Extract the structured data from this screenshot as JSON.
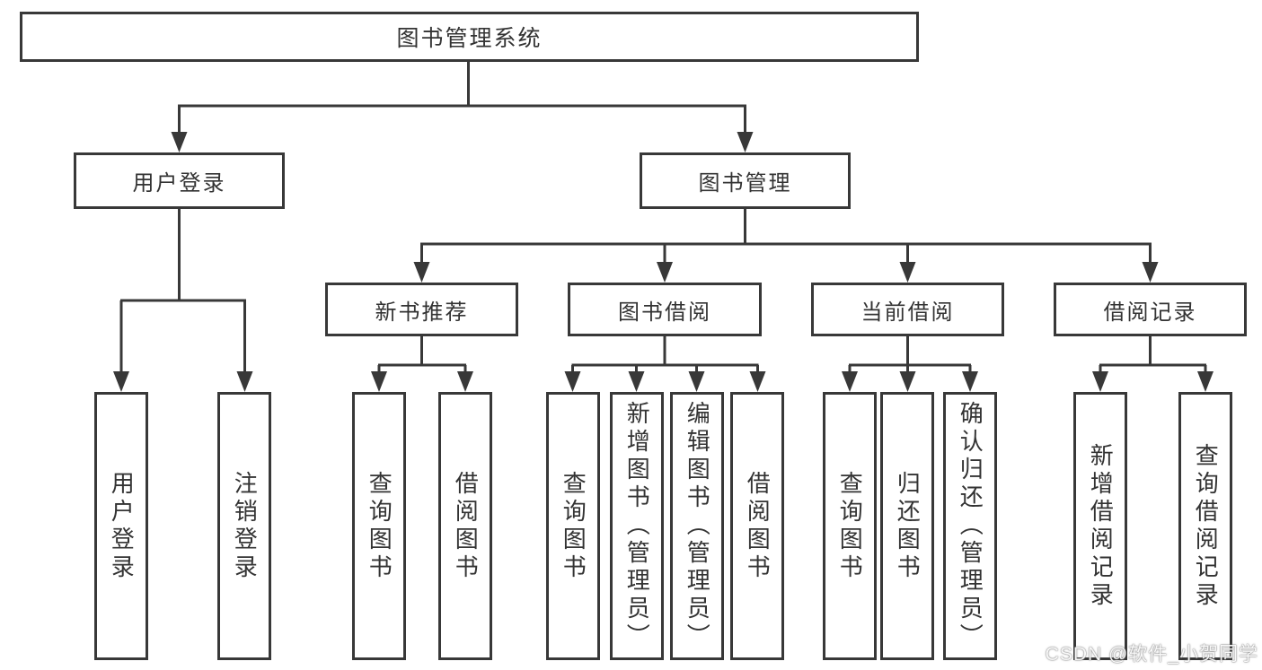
{
  "diagram": {
    "type": "hierarchy-tree",
    "tree": {
      "root": {
        "label": "图书管理系统",
        "children": [
          {
            "label": "用户登录",
            "children": [
              {
                "label": "用户登录"
              },
              {
                "label": "注销登录"
              }
            ]
          },
          {
            "label": "图书管理",
            "children": [
              {
                "label": "新书推荐",
                "children": [
                  {
                    "label": "查询图书"
                  },
                  {
                    "label": "借阅图书"
                  }
                ]
              },
              {
                "label": "图书借阅",
                "children": [
                  {
                    "label": "查询图书"
                  },
                  {
                    "label": "新增图书（管理员）"
                  },
                  {
                    "label": "编辑图书（管理员）"
                  },
                  {
                    "label": "借阅图书"
                  }
                ]
              },
              {
                "label": "当前借阅",
                "children": [
                  {
                    "label": "查询图书"
                  },
                  {
                    "label": "归还图书"
                  },
                  {
                    "label": "确认归还（管理员）"
                  }
                ]
              },
              {
                "label": "借阅记录",
                "children": [
                  {
                    "label": "新增借阅记录"
                  },
                  {
                    "label": "查询借阅记录"
                  }
                ]
              }
            ]
          }
        ]
      }
    },
    "colors": {
      "line": "#383838",
      "text": "#333333",
      "background": "#ffffff"
    }
  },
  "watermark": {
    "text": "CSDN @软件_小贺同学"
  }
}
